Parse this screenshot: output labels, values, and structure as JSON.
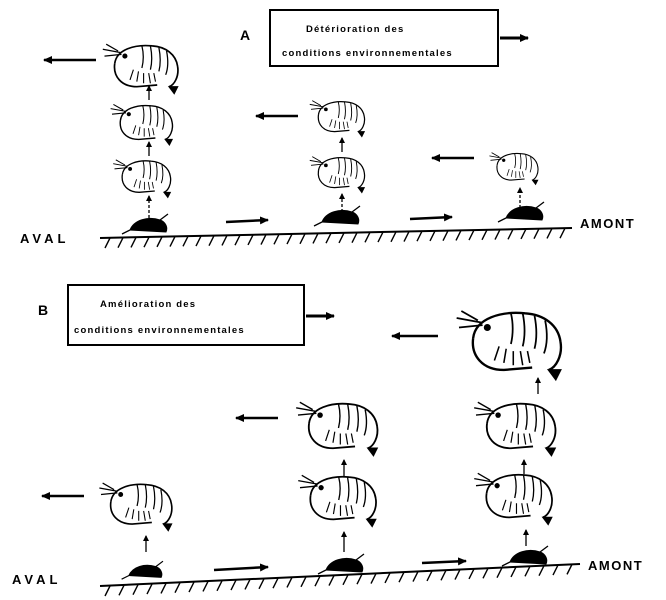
{
  "panel_a": {
    "letter": "A",
    "box_line1": "Détérioration des",
    "box_line2": "conditions environnementales",
    "left_label": "AVAL",
    "right_label": "AMONT"
  },
  "panel_b": {
    "letter": "B",
    "box_line1": "Amélioration des",
    "box_line2": "conditions environnementales",
    "left_label": "AVAL",
    "right_label": "AMONT"
  }
}
